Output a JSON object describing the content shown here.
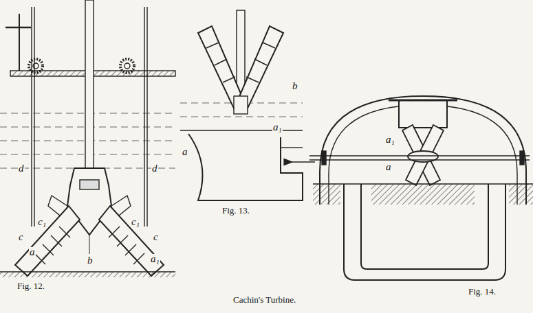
{
  "diagram": {
    "caption": "Cachin's Turbine.",
    "labels": [
      "d",
      "d",
      "c₁",
      "c",
      "c₁",
      "c",
      "a",
      "b",
      "a₁",
      "Fig. 12.",
      "a",
      "b",
      "a₁",
      "Fig. 13.",
      "a₁",
      "a",
      "Fig. 14."
    ]
  }
}
